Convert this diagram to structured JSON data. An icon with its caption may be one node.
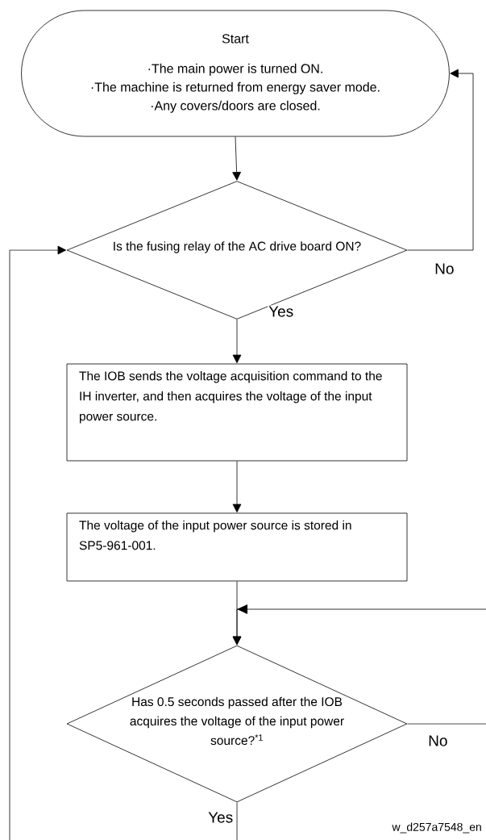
{
  "diagram": {
    "nodes": [
      {
        "text": [
          "Start",
          "·The main power is turned ON.",
          "·The machine is returned from energy saver mode.",
          "·Any covers/doors are closed."
        ]
      },
      {
        "text": [
          "Is the fusing relay of the AC drive board ON?"
        ]
      },
      {
        "text": [
          "The IOB sends the voltage acquisition command to the IH inverter, and then acquires the voltage of the input power source."
        ]
      },
      {
        "text": [
          "The voltage of the input power source is stored in SP5-961-001."
        ]
      },
      {
        "text": [
          "Has 0.5 seconds passed after the IOB acquires the voltage of the input power source?$^{*1}$"
        ]
      }
    ],
    "edges": [
      {
        "from": 0,
        "to": 1,
        "arrow": "to"
      },
      {
        "from": 1,
        "to": 0,
        "arrow": "to",
        "label": "No"
      },
      {
        "from": 1,
        "to": 2,
        "arrow": "to",
        "label": "Yes"
      },
      {
        "from": 2,
        "to": 3,
        "arrow": "to"
      },
      {
        "from": 3,
        "to": 4,
        "arrow": "to"
      },
      {
        "from": null,
        "to": 4,
        "arrow": "to"
      },
      {
        "from": 4,
        "to": null,
        "arrow": "none",
        "label": "No"
      },
      {
        "from": 4,
        "to": null,
        "arrow": "none",
        "label": "Yes"
      },
      {
        "from": null,
        "to": 1,
        "arrow": "to"
      }
    ],
    "labels": [
      "w_d257a7548_en"
    ]
  }
}
